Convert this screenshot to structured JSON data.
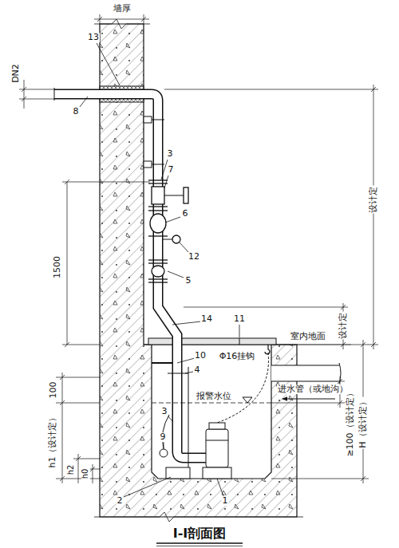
{
  "diagram": {
    "title": "I-I剖面图",
    "labels": [
      "墙厚",
      "13",
      "DN2",
      "8",
      "3",
      "7",
      "6",
      "12",
      "5",
      "1500",
      "设计定",
      "14",
      "11",
      "室内地面",
      "设计定",
      "10",
      "Φ16挂钩",
      "4",
      "进水管（或地沟）",
      "100",
      "报警水位",
      "≥100（设计定）",
      "H（设计定）",
      "h1（设计定）",
      "h2",
      "h0",
      "3",
      "9",
      "2",
      "1"
    ]
  }
}
